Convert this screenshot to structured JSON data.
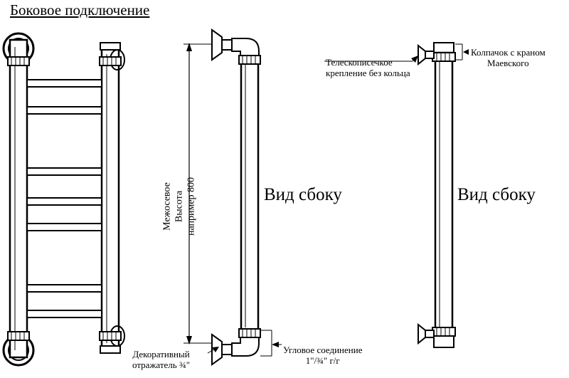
{
  "title": "Боковое подключение",
  "dimension_label": {
    "line1": "Межосевое",
    "line2": "Высота",
    "line3": "например 800"
  },
  "side_view_label_1": "Вид сбоку",
  "side_view_label_2": "Вид сбоку",
  "telescopic_mount": {
    "line1": "Телескописечкое",
    "line2": "крепление без кольца"
  },
  "cap_with_valve": {
    "line1": "Колпачок с краном",
    "line2": "Маевского"
  },
  "decorative_reflector": {
    "line1": "Декоративный",
    "line2": "отражатель ¾\""
  },
  "angle_connection": {
    "line1": "Угловое соединение",
    "line2": "1\"/¾\" г/г"
  },
  "colors": {
    "line": "#000000",
    "background": "#ffffff"
  }
}
